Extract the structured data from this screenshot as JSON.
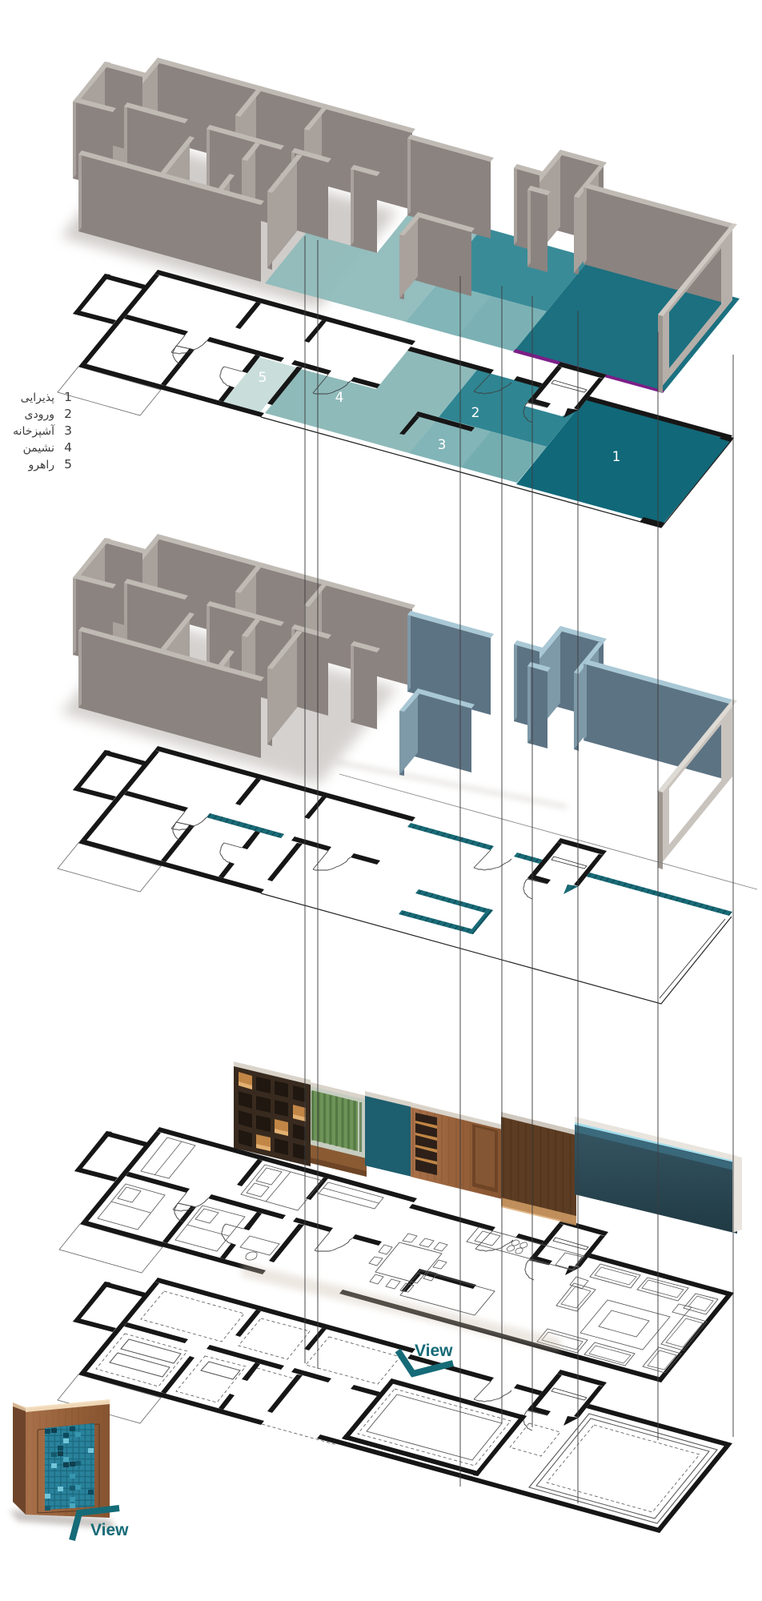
{
  "diagram": {
    "type": "exploded-axonometric-architecture-diagram",
    "layers": [
      "3d-walls-finished-with-zone-floor",
      "zoned-floor-plan",
      "3d-walls-structure",
      "floor-plan-teal-partitions",
      "interior-elevation-render",
      "furnished-floor-plan",
      "reflected-ceiling-plan",
      "material-detail"
    ]
  },
  "legend": {
    "items": [
      {
        "number": "1",
        "label": "پذیرایی"
      },
      {
        "number": "2",
        "label": "ورودی"
      },
      {
        "number": "3",
        "label": "آشپزخانه"
      },
      {
        "number": "4",
        "label": "نشیمن"
      },
      {
        "number": "5",
        "label": "راهرو"
      }
    ]
  },
  "plan_zones": {
    "z1": "1",
    "z2": "2",
    "z3": "3",
    "z4": "4",
    "z5": "5"
  },
  "view_markers": {
    "plan_view_label": "View",
    "detail_view_label": "View"
  },
  "colors": {
    "zone1": "#106879",
    "zone2": "#2f8592",
    "zone3": "#74adb0",
    "zone4": "#8fbaba",
    "zone5": "#c9dedb",
    "accent_purple": "#7c1e87",
    "view_teal": "#156b77",
    "wall_grey": "#8b8380",
    "wall_blue": "#5c7383",
    "wood": "#96613a",
    "background": "#ffffff"
  }
}
